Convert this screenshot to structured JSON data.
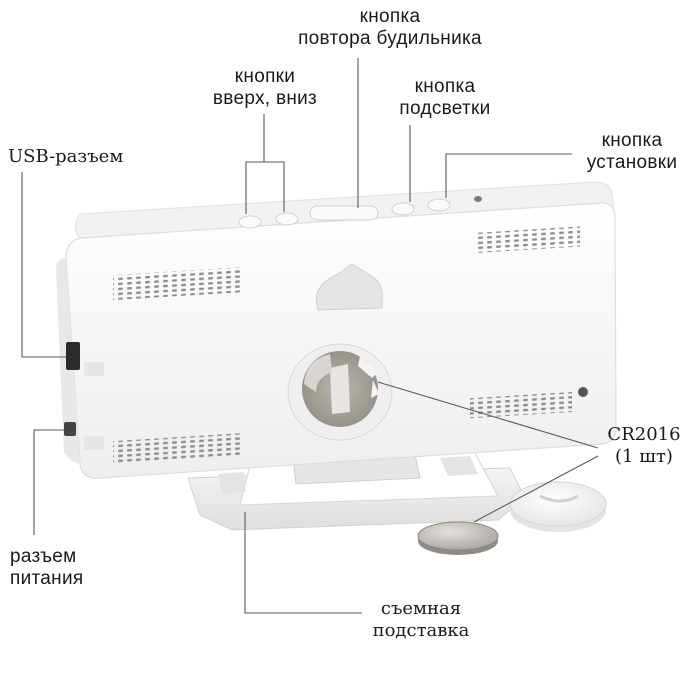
{
  "labels": {
    "snooze": {
      "line1": "кнопка",
      "line2": "повтора будильника"
    },
    "updown": {
      "line1": "кнопки",
      "line2": "вверх, вниз"
    },
    "backlight": {
      "line1": "кнопка",
      "line2": "подсветки"
    },
    "set": {
      "line1": "кнопка",
      "line2": "установки"
    },
    "usb": {
      "line1": "USB-разъем"
    },
    "battery": {
      "line1": "CR2016",
      "line2": "(1 шт)"
    },
    "power": {
      "line1": "разъем",
      "line2": "питания"
    },
    "stand": {
      "line1": "съемная",
      "line2": "подставка"
    }
  },
  "colors": {
    "leader": "#5a5a5a",
    "body": "#f7f7f7",
    "edge": "#dcdcdc",
    "vent": "#8a8a8a",
    "battery": "#c9c6c1"
  }
}
